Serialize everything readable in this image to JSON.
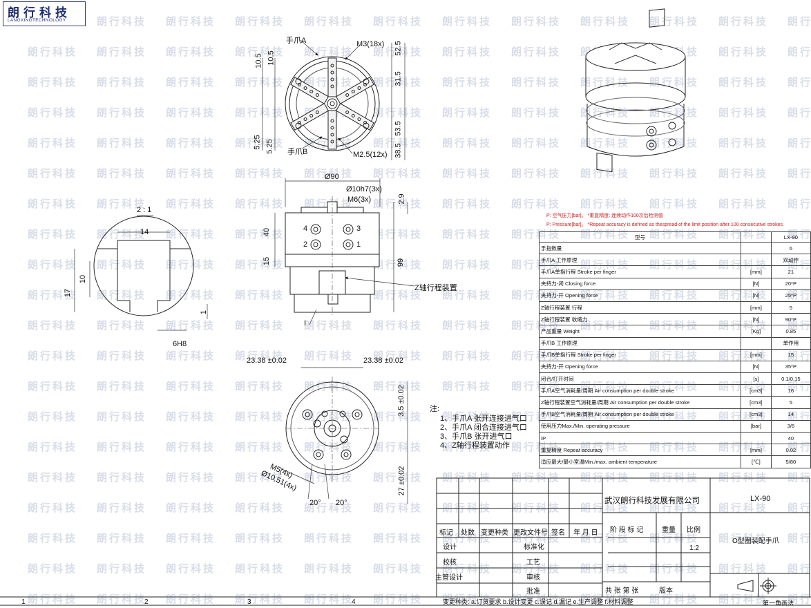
{
  "company_logo": {
    "cn": "朗行科技",
    "en": "LANGXINGTECHNOLOGY"
  },
  "watermark_text": "朗行科技",
  "top_view": {
    "jaw_a_label": "手爪A",
    "jaw_b_label": "手爪B",
    "thread_top": "M3(18x)",
    "thread_bottom": "M2.5(12x)",
    "dims_left": [
      "10.5",
      "10.5",
      "5.25",
      "5.25"
    ],
    "dims_right": [
      "52.5",
      "31.5",
      "53.5",
      "38.5"
    ]
  },
  "front_view": {
    "diameter": "Ø90",
    "hole_fit": "Ø10h7(3x)",
    "thread": "M6(3x)",
    "dims_left": [
      "40",
      "15"
    ],
    "dims_right": [
      "2.9",
      "99"
    ],
    "port_numbers": [
      "4",
      "3",
      "2",
      "1"
    ],
    "z_axis_label": "Z轴行程装置",
    "section_mark": "I"
  },
  "detail_view": {
    "scale": "2 : 1",
    "dim_width": "14",
    "dim_inner": "10",
    "dim_height": "17",
    "dim_small": "1",
    "fit": "6H8"
  },
  "bottom_view": {
    "dim_left": "23.38 ±0.02",
    "dim_right": "23.38 ±0.02",
    "dim_v1": "3.5 ±0.02",
    "dim_v2": "27 ±0.02",
    "thread": "M5(4x)",
    "diameter": "Ø10.51(4x)",
    "angle1": "20°",
    "angle2": "20°"
  },
  "notes": {
    "title": "注:",
    "items": [
      "1、手爪A 张开连接进气口",
      "2、手爪A 闭合连接进气口",
      "3、手爪B 张开进气口",
      "4、Z轴行程装置动作"
    ]
  },
  "pressure_note": {
    "line1_cn": "P: 空气压力[bar]。 *重复精度: 连续动作100次后检测值",
    "line2_en": "P: Pressure[bar]。 *Repeat accuracy is defined as thespread of the limit position after 100 consecutive strokes."
  },
  "spec_table": {
    "header": {
      "label": "型号",
      "value": "LX-90"
    },
    "rows": [
      {
        "label": "手指数量",
        "unit": "",
        "value": "6"
      },
      {
        "label": "手爪A 工作原理",
        "unit": "",
        "value": "双动作"
      },
      {
        "label": "手爪A单指行程 Stroke per finger",
        "unit": "[mm]",
        "value": "21"
      },
      {
        "label": "夹持力-闭 Closing force",
        "unit": "[N]",
        "value": "20*P"
      },
      {
        "label": "夹持力-开 Opening force",
        "unit": "[N]",
        "value": "25*P"
      },
      {
        "label": "Z轴行程装置 行程",
        "unit": "[mm]",
        "value": "5"
      },
      {
        "label": "Z轴行程装置 收缩力",
        "unit": "[N]",
        "value": "90*P"
      },
      {
        "label": "产品重量 Weight",
        "unit": "[Kg]",
        "value": "0.85"
      },
      {
        "label": "手爪B 工作原理",
        "unit": "",
        "value": "单作用"
      },
      {
        "label": "手爪B单指行程 Stroke per finger",
        "unit": "[mm]",
        "value": "15"
      },
      {
        "label": "夹持力-开 Opening force",
        "unit": "[N]",
        "value": "35*P"
      },
      {
        "label": "闭合/打开时间",
        "unit": "[s]",
        "value": "0.1/0.15"
      },
      {
        "label": "手爪A空气消耗量/周期 Air consumption per double stroke",
        "unit": "[cm3]",
        "value": "16"
      },
      {
        "label": "Z轴行程装置空气消耗量/周期 Air consumption per double stroke",
        "unit": "[cm3]",
        "value": "5"
      },
      {
        "label": "手爪B空气消耗量/周期 Air consumption per double stroke",
        "unit": "[cm3]",
        "value": "14"
      },
      {
        "label": "使用压力Max./Min. operating pressure",
        "unit": "[bar]",
        "value": "3/6"
      },
      {
        "label": "IP",
        "unit": "",
        "value": "40"
      },
      {
        "label": "重复精度 Repeat accuracy",
        "unit": "[mm]",
        "value": "0.02"
      },
      {
        "label": "适应最大/最小室温Min./max. ambient temperature",
        "unit": "[℃]",
        "value": "5/80"
      }
    ]
  },
  "title_block": {
    "company": "武汉朗行科技发展有限公司",
    "model": "LX-90",
    "part_name": "O型圈装配手爪",
    "scale": "1:2",
    "stage_label": "阶 段 标 记",
    "weight_label": "重量",
    "ratio_label": "比例",
    "sheets_label": "共  张  第  张",
    "version_label": "版本",
    "rev_headers": [
      "标记",
      "处数",
      "变更种类",
      "更改文件号",
      "签名",
      "年 月 日"
    ],
    "roles_left": [
      "设计",
      "校核",
      "主管设计"
    ],
    "roles_right": [
      "标准化",
      "工艺",
      "审核",
      "批准"
    ],
    "change_types": "变更种类: a.订货要求 b.设计变更 c.误记 d.漏记 e.生产调整 f.材料调整",
    "projection": "第一角画法"
  },
  "zone_numbers": [
    "1",
    "2",
    "3",
    "4"
  ]
}
